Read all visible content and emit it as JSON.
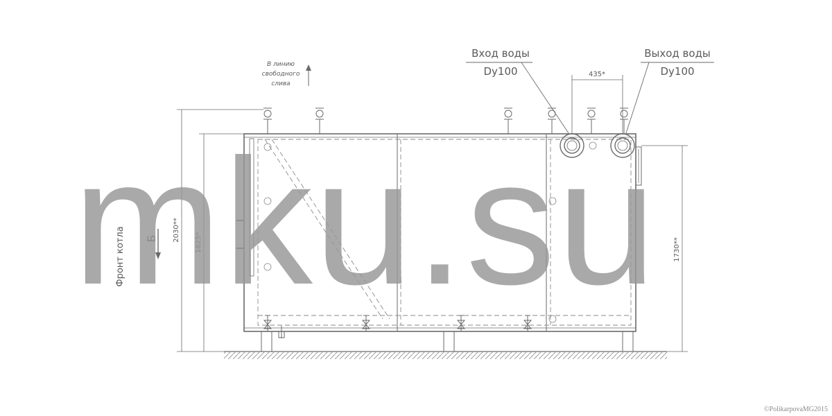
{
  "labels": {
    "drain_line": [
      "В линию",
      "свободного",
      "слива"
    ],
    "water_inlet_title": "Вход воды",
    "water_inlet_size": "Dy100",
    "water_outlet_title": "Выход воды",
    "water_outlet_size": "Dy100",
    "nozzle_spacing": "435*",
    "boiler_front": "Фронт котла",
    "section_mark": "Б",
    "overall_height": "2030**",
    "body_height": "1825*",
    "outlet_height": "1730**"
  },
  "watermark": "mku.su",
  "copyright": "©PolikarpovaMG2015",
  "colors": {
    "line": "#6a6a6a",
    "thin_line": "#8a8a8a",
    "watermark": "#969696"
  }
}
